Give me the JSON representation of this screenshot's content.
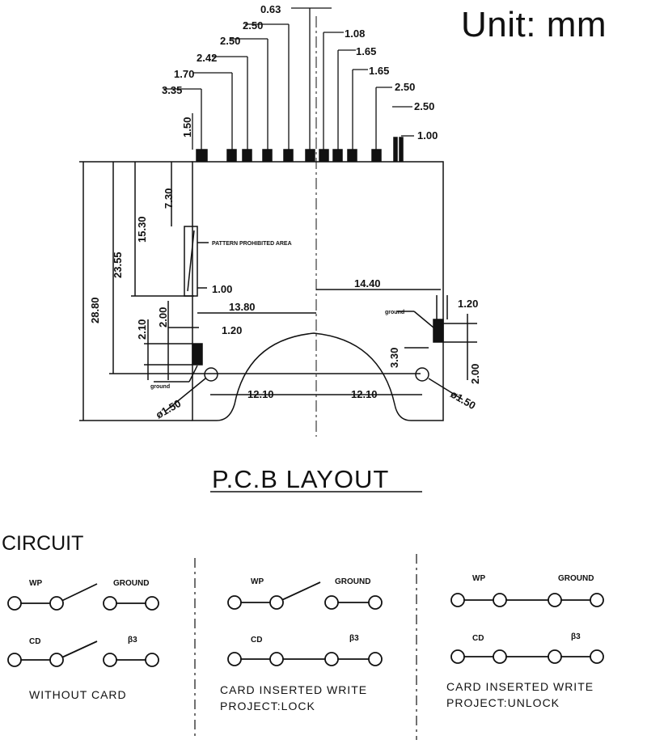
{
  "unit_label": "Unit: mm",
  "pcb_layout": {
    "title": "P.C.B  LAYOUT",
    "top_dims": [
      "0.63",
      "2.50",
      "1.08",
      "2.50",
      "1.65",
      "2.42",
      "1.65",
      "1.70",
      "2.50",
      "3.35",
      "2.50",
      "1.50",
      "1.00"
    ],
    "left_dims": [
      "28.80",
      "23.55",
      "15.30",
      "7.30",
      "1.00",
      "2.10",
      "2.00",
      "1.20"
    ],
    "center_dims": [
      "13.80",
      "14.40",
      "12.10",
      "12.10"
    ],
    "right_dims": [
      "1.20",
      "3.30",
      "2.00"
    ],
    "hole_dims": [
      "ø1.50",
      "ø1.50"
    ],
    "notes": [
      "ground",
      "ground",
      "PATTERN PROHIBITED AREA"
    ]
  },
  "circuit": {
    "title": "CIRCUIT",
    "panels": [
      {
        "caption_line1": "WITHOUT  CARD",
        "caption_line2": "",
        "wp": "WP",
        "ground": "GROUND",
        "cd": "CD",
        "g3": "β3"
      },
      {
        "caption_line1": "CARD  INSERTED  WRITE",
        "caption_line2": "PROJECT:LOCK",
        "wp": "WP",
        "ground": "GROUND",
        "cd": "CD",
        "g3": "β3"
      },
      {
        "caption_line1": "CARD  INSERTED  WRITE",
        "caption_line2": "PROJECT:UNLOCK",
        "wp": "WP",
        "ground": "GROUND",
        "cd": "CD",
        "g3": "β3"
      }
    ]
  }
}
